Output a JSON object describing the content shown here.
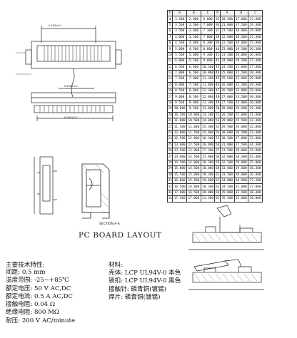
{
  "table": {
    "headers": [
      "P",
      "A",
      "B",
      "C",
      "P",
      "A",
      "B",
      "C"
    ],
    "rows": [
      [
        "4",
        "3.500",
        "2.000",
        "6.800",
        "35",
        "20.500",
        "17.000",
        "23.800"
      ],
      [
        "5",
        "3.500",
        "2.500",
        "7.000",
        "36",
        "21.000",
        "17.500",
        "24.300"
      ],
      [
        "6",
        "3.500",
        "3.000",
        "7.300",
        "37",
        "21.500",
        "18.000",
        "24.800"
      ],
      [
        "7",
        "4.000",
        "3.500",
        "7.800",
        "38",
        "22.000",
        "18.500",
        "25.300"
      ],
      [
        "8",
        "4.500",
        "4.000",
        "8.300",
        "39",
        "22.500",
        "19.000",
        "25.800"
      ],
      [
        "9",
        "5.000",
        "4.500",
        "8.800",
        "40",
        "23.000",
        "19.500",
        "26.300"
      ],
      [
        "10",
        "5.500",
        "5.000",
        "9.300",
        "41",
        "23.500",
        "20.000",
        "26.800"
      ],
      [
        "11",
        "6.000",
        "5.500",
        "9.800",
        "42",
        "24.000",
        "20.500",
        "27.300"
      ],
      [
        "12",
        "6.500",
        "6.000",
        "10.300",
        "43",
        "24.500",
        "21.000",
        "27.800"
      ],
      [
        "13",
        "7.000",
        "6.500",
        "10.800",
        "44",
        "25.000",
        "21.500",
        "28.300"
      ],
      [
        "14",
        "7.500",
        "7.000",
        "11.300",
        "45",
        "25.500",
        "22.000",
        "28.800"
      ],
      [
        "15",
        "8.000",
        "7.500",
        "11.800",
        "46",
        "26.000",
        "22.500",
        "29.300"
      ],
      [
        "16",
        "8.500",
        "8.000",
        "12.300",
        "47",
        "26.500",
        "23.000",
        "29.800"
      ],
      [
        "17",
        "9.000",
        "8.500",
        "12.800",
        "48",
        "27.000",
        "23.500",
        "30.300"
      ],
      [
        "18",
        "9.500",
        "9.000",
        "13.300",
        "49",
        "27.500",
        "24.000",
        "30.800"
      ],
      [
        "19",
        "10.000",
        "9.500",
        "13.800",
        "50",
        "28.000",
        "24.500",
        "31.300"
      ],
      [
        "20",
        "10.500",
        "10.000",
        "14.300",
        "51",
        "28.500",
        "25.000",
        "31.800"
      ],
      [
        "21",
        "11.000",
        "10.500",
        "14.800",
        "52",
        "29.000",
        "25.500",
        "32.300"
      ],
      [
        "22",
        "11.500",
        "11.000",
        "15.300",
        "53",
        "29.500",
        "26.000",
        "32.800"
      ],
      [
        "23",
        "12.000",
        "11.500",
        "15.800",
        "54",
        "30.000",
        "26.500",
        "33.300"
      ],
      [
        "24",
        "12.500",
        "12.000",
        "16.300",
        "55",
        "30.500",
        "27.000",
        "33.800"
      ],
      [
        "25",
        "13.000",
        "12.500",
        "16.800",
        "56",
        "31.000",
        "27.500",
        "34.300"
      ],
      [
        "26",
        "13.500",
        "13.000",
        "17.300",
        "57",
        "31.500",
        "28.000",
        "34.800"
      ],
      [
        "27",
        "14.000",
        "13.500",
        "17.800",
        "58",
        "32.000",
        "28.500",
        "35.300"
      ],
      [
        "28",
        "14.500",
        "14.000",
        "18.300",
        "59",
        "32.500",
        "29.000",
        "35.800"
      ],
      [
        "29",
        "15.000",
        "14.500",
        "18.800",
        "60",
        "33.000",
        "29.500",
        "36.300"
      ],
      [
        "30",
        "15.500",
        "15.000",
        "19.300",
        "61",
        "33.500",
        "30.000",
        "36.800"
      ],
      [
        "31",
        "16.000",
        "15.500",
        "19.800",
        "62",
        "34.000",
        "30.500",
        "37.300"
      ],
      [
        "32",
        "16.500",
        "16.000",
        "20.300",
        "63",
        "34.500",
        "31.000",
        "37.800"
      ],
      [
        "33",
        "17.000",
        "16.500",
        "20.800",
        "64",
        "35.000",
        "31.500",
        "38.300"
      ],
      [
        "34",
        "17.500",
        "17.000",
        "21.300",
        "65",
        "35.500",
        "32.000",
        "38.800"
      ]
    ]
  },
  "drawing": {
    "top_dim_label": "0.500±0.1",
    "mid_dim_label": "0.500±0.1",
    "bottom_dim_label": "0.500±0.1",
    "section_label": "SECTION A-A"
  },
  "pcb_layout_caption": "PC BOARD LAYOUT",
  "specs": {
    "heading": "主要技术特性:",
    "left": [
      "间距:  0.5 mm",
      "温度范围: -25~+85℃",
      "额定电压: 50 V AC,DC",
      "额定电流: 0.5 A AC,DC",
      "接触电阻: 0.04 Ω",
      "绝缘电阻: 800 MΩ",
      "耐压: 200 V AC/minute"
    ],
    "right_heading": "材料:",
    "right": [
      "壳体: LCP UL94V-0 本色",
      "锁扣: LCP UL94V-0 黑色",
      "接触针: 磷青铜(镀锡)",
      "焊片: 磷青铜(镀锡)"
    ]
  }
}
